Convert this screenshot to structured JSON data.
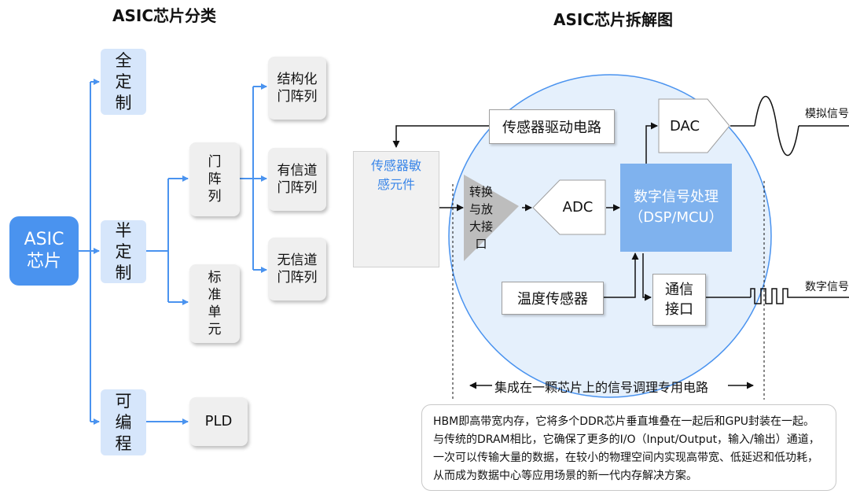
{
  "left_title": "ASIC芯片分类",
  "right_title": "ASIC芯片拆解图",
  "classification": {
    "root": "ASIC芯片",
    "full_custom": "全定制",
    "semi_custom": "半定制",
    "programmable": "可编程",
    "gate_array": "门阵列",
    "standard_cell": "标准单元",
    "structured_gate_array": "结构化门阵列",
    "channeled_gate_array": "有信道门阵列",
    "channelless_gate_array": "无信道门阵列",
    "pld": "PLD"
  },
  "teardown": {
    "sensor": "传感器敏感元件",
    "sensor_driver": "传感器驱动电路",
    "convert_amp": "转换与放大接口",
    "adc": "ADC",
    "dac": "DAC",
    "dsp": "数字信号处理（DSP/MCU）",
    "temp_sensor": "温度传感器",
    "comm_interface": "通信接口",
    "analog_signal": "模拟信号",
    "digital_signal": "数字信号",
    "integrated_label": "集成在一颗芯片上的信号调理专用电路"
  },
  "note": "HBM即高带宽内存，它将多个DDR芯片垂直堆叠在一起后和GPU封装在一起。与传统的DRAM相比，它确保了更多的I/O（Input/Output，输入/输出）通道，一次可以传输大量的数据，在较小的物理空间内实现高带宽、低延迟和低功耗，从而成为数据中心等应用场景的新一代内存解决方案。",
  "colors": {
    "asic_blue": "#4a93ef",
    "light_blue": "#d6e6fb",
    "arrow_blue": "#4a93ef",
    "dsp_blue": "#7fb2ee",
    "circle_fill": "#e5f0fc",
    "circle_stroke": "#4a93ef",
    "sensor_text": "#3a86e8"
  }
}
